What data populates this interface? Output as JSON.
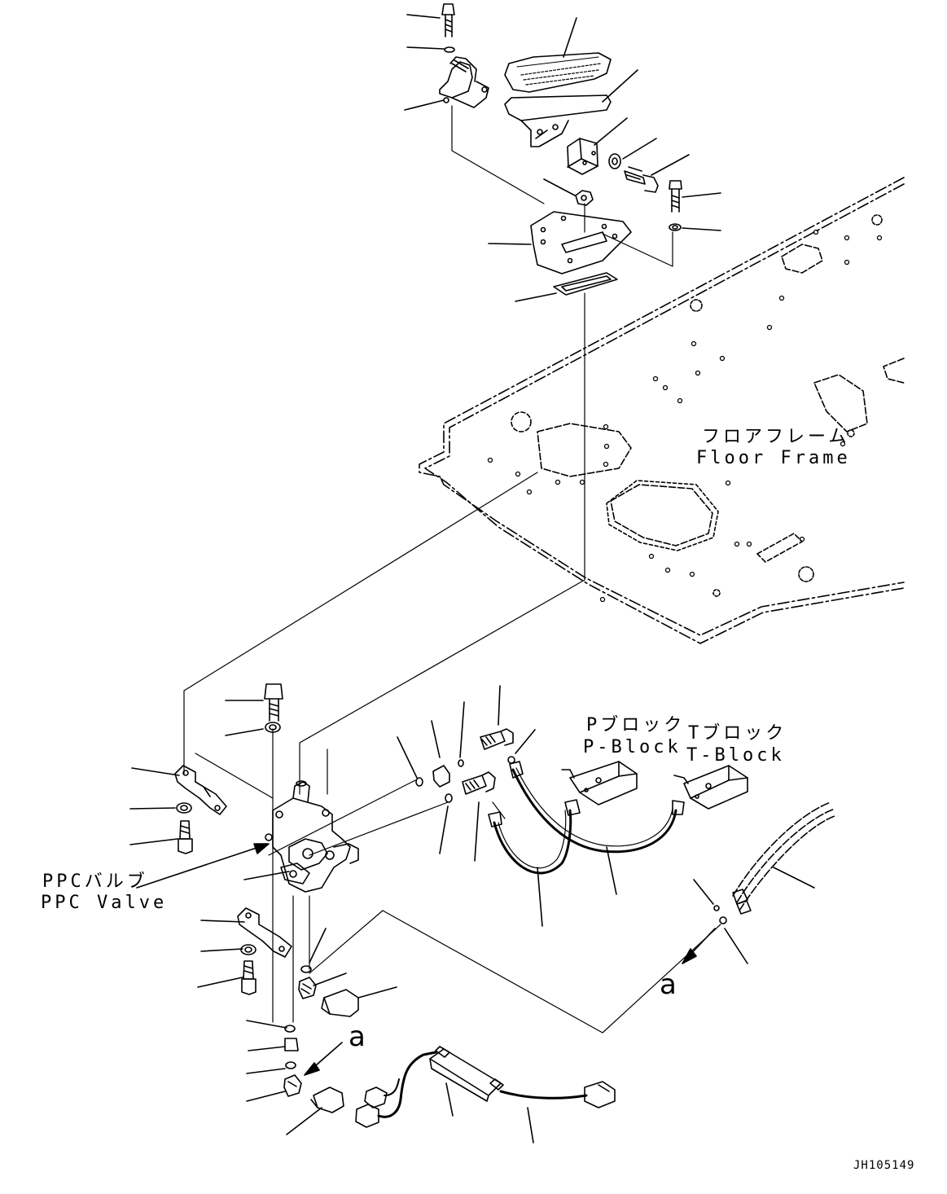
{
  "labels": {
    "floor_frame_jp": "フロアフレーム",
    "floor_frame_en": "Floor Frame",
    "p_block_jp": "Pブロック",
    "p_block_en": "P-Block",
    "t_block_jp": "Tブロック",
    "t_block_en": "T-Block",
    "ppc_valve_jp": "PPCバルブ",
    "ppc_valve_en": "PPC Valve",
    "view_a_1": "a",
    "view_a_2": "a",
    "drawing_code": "JH105149"
  }
}
